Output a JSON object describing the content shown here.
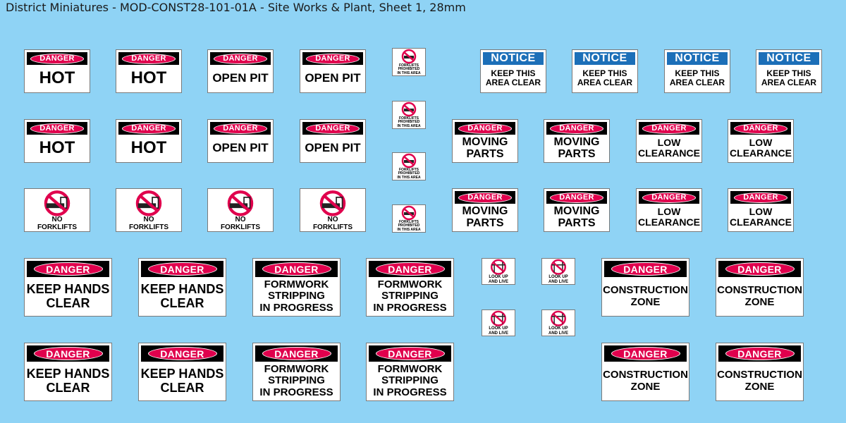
{
  "page": {
    "title": "District Miniatures - MOD-CONST28-101-01A - Site Works & Plant, Sheet 1, 28mm"
  },
  "labels": {
    "danger": "DANGER",
    "notice": "NOTICE",
    "hot": "HOT",
    "open_pit": "OPEN PIT",
    "keep_area_1": "KEEP THIS",
    "keep_area_2": "AREA CLEAR",
    "moving_1": "MOVING",
    "moving_2": "PARTS",
    "low_1": "LOW",
    "low_2": "CLEARANCE",
    "no_forklifts_1": "NO",
    "no_forklifts_2": "FORKLIFTS",
    "forklifts_prohibited_1": "FORKLIFTS",
    "forklifts_prohibited_2": "PROHIBITED",
    "forklifts_prohibited_3": "IN THIS AREA",
    "hands_1": "KEEP HANDS",
    "hands_2": "CLEAR",
    "form_1": "FORMWORK",
    "form_2": "STRIPPING",
    "form_3": "IN PROGRESS",
    "look_up_1": "LOOK UP",
    "look_up_2": "AND LIVE",
    "cz_1": "CONSTRUCTION",
    "cz_2": "ZONE"
  },
  "colors": {
    "background": "#8fd3f5",
    "danger_red": "#e0004d",
    "notice_blue": "#1c6fb8",
    "header_black": "#000000"
  },
  "icons": {
    "no_forklift": "no-forklift-icon",
    "look_up_lines": "overhead-lines-icon"
  }
}
